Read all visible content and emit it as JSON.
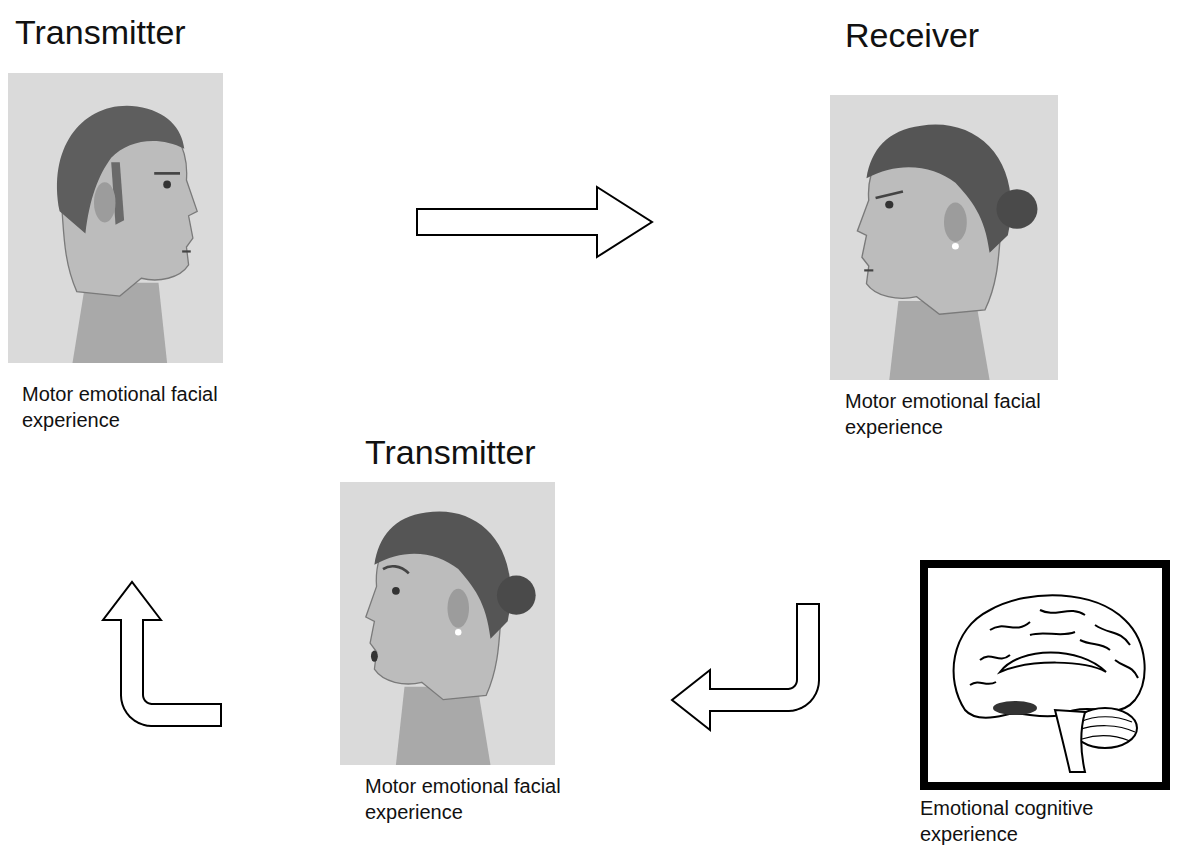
{
  "diagram": {
    "nodes": [
      {
        "text": [
          "Transmitter",
          "Motor emotional facial experience"
        ]
      },
      {
        "text": [
          "Receiver",
          "Motor emotional facial experience"
        ]
      },
      {
        "text": [
          "Transmitter",
          "Motor emotional facial experience"
        ]
      },
      {
        "text": [
          "Emotional cognitive experience"
        ]
      }
    ],
    "edges": [
      {
        "from": 0,
        "to": 1,
        "arrow": "to"
      },
      {
        "from": 3,
        "to": 2,
        "arrow": "to"
      },
      {
        "from": 2,
        "to": 0,
        "arrow": "to"
      }
    ]
  }
}
